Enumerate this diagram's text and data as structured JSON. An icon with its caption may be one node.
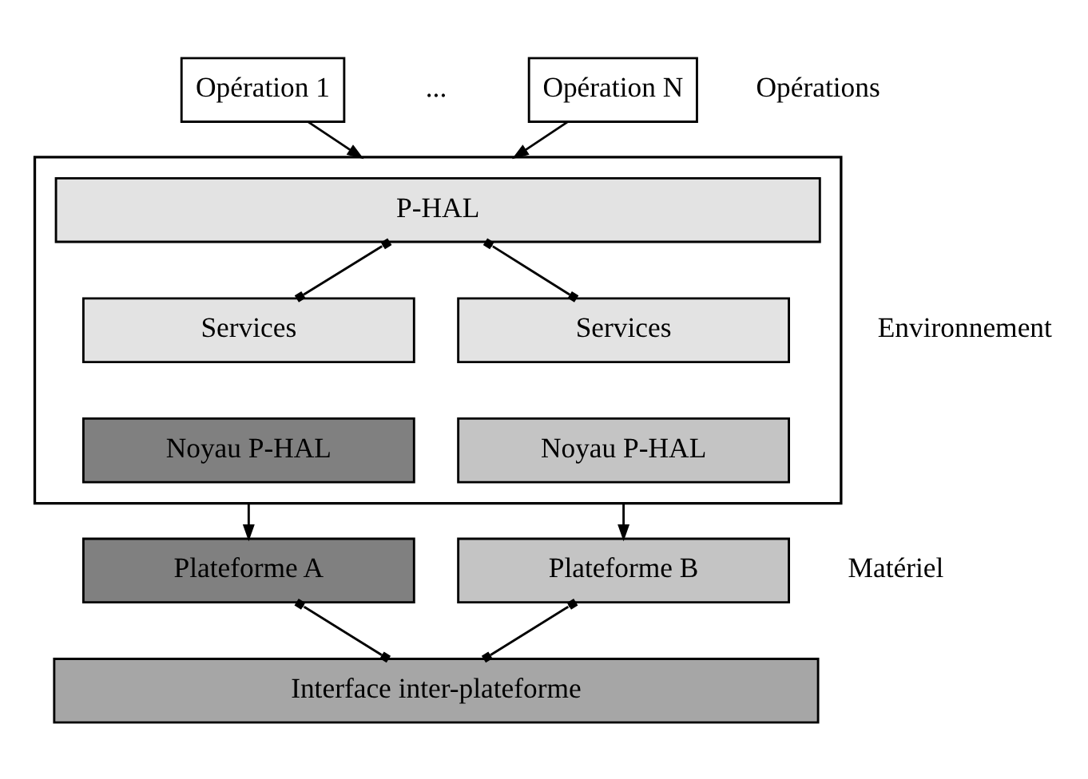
{
  "diagram": {
    "nodes": [
      {
        "text": [
          "Opération 1"
        ]
      },
      {
        "text": [
          "Opération N"
        ]
      },
      {
        "text": [],
        "shape": "box"
      },
      {
        "text": [
          "P-HAL"
        ],
        "in": 2
      },
      {
        "text": [
          "Services"
        ],
        "in": 2
      },
      {
        "text": [
          "Noyau P-HAL"
        ],
        "in": 2
      },
      {
        "text": [
          "Services"
        ],
        "in": 2
      },
      {
        "text": [
          "Noyau P-HAL"
        ],
        "in": 2
      },
      {
        "text": [
          "Plateforme A"
        ]
      },
      {
        "text": [
          "Plateforme B"
        ]
      },
      {
        "text": [
          "Interface inter-plateforme"
        ]
      }
    ],
    "edges": [
      {
        "from": 0,
        "to": 2,
        "arrow": "to"
      },
      {
        "from": 1,
        "to": 2,
        "arrow": "to"
      },
      {
        "from": 3,
        "to": 4,
        "arrow": "other"
      },
      {
        "from": 3,
        "to": 6,
        "arrow": "other"
      },
      {
        "from": 2,
        "to": 8,
        "arrow": "to"
      },
      {
        "from": 2,
        "to": 9,
        "arrow": "to"
      },
      {
        "from": 8,
        "to": 10,
        "arrow": "other"
      },
      {
        "from": 9,
        "to": 10,
        "arrow": "other"
      }
    ],
    "labels": [
      "...",
      "Opérations",
      "Environnement",
      "Matériel"
    ]
  }
}
